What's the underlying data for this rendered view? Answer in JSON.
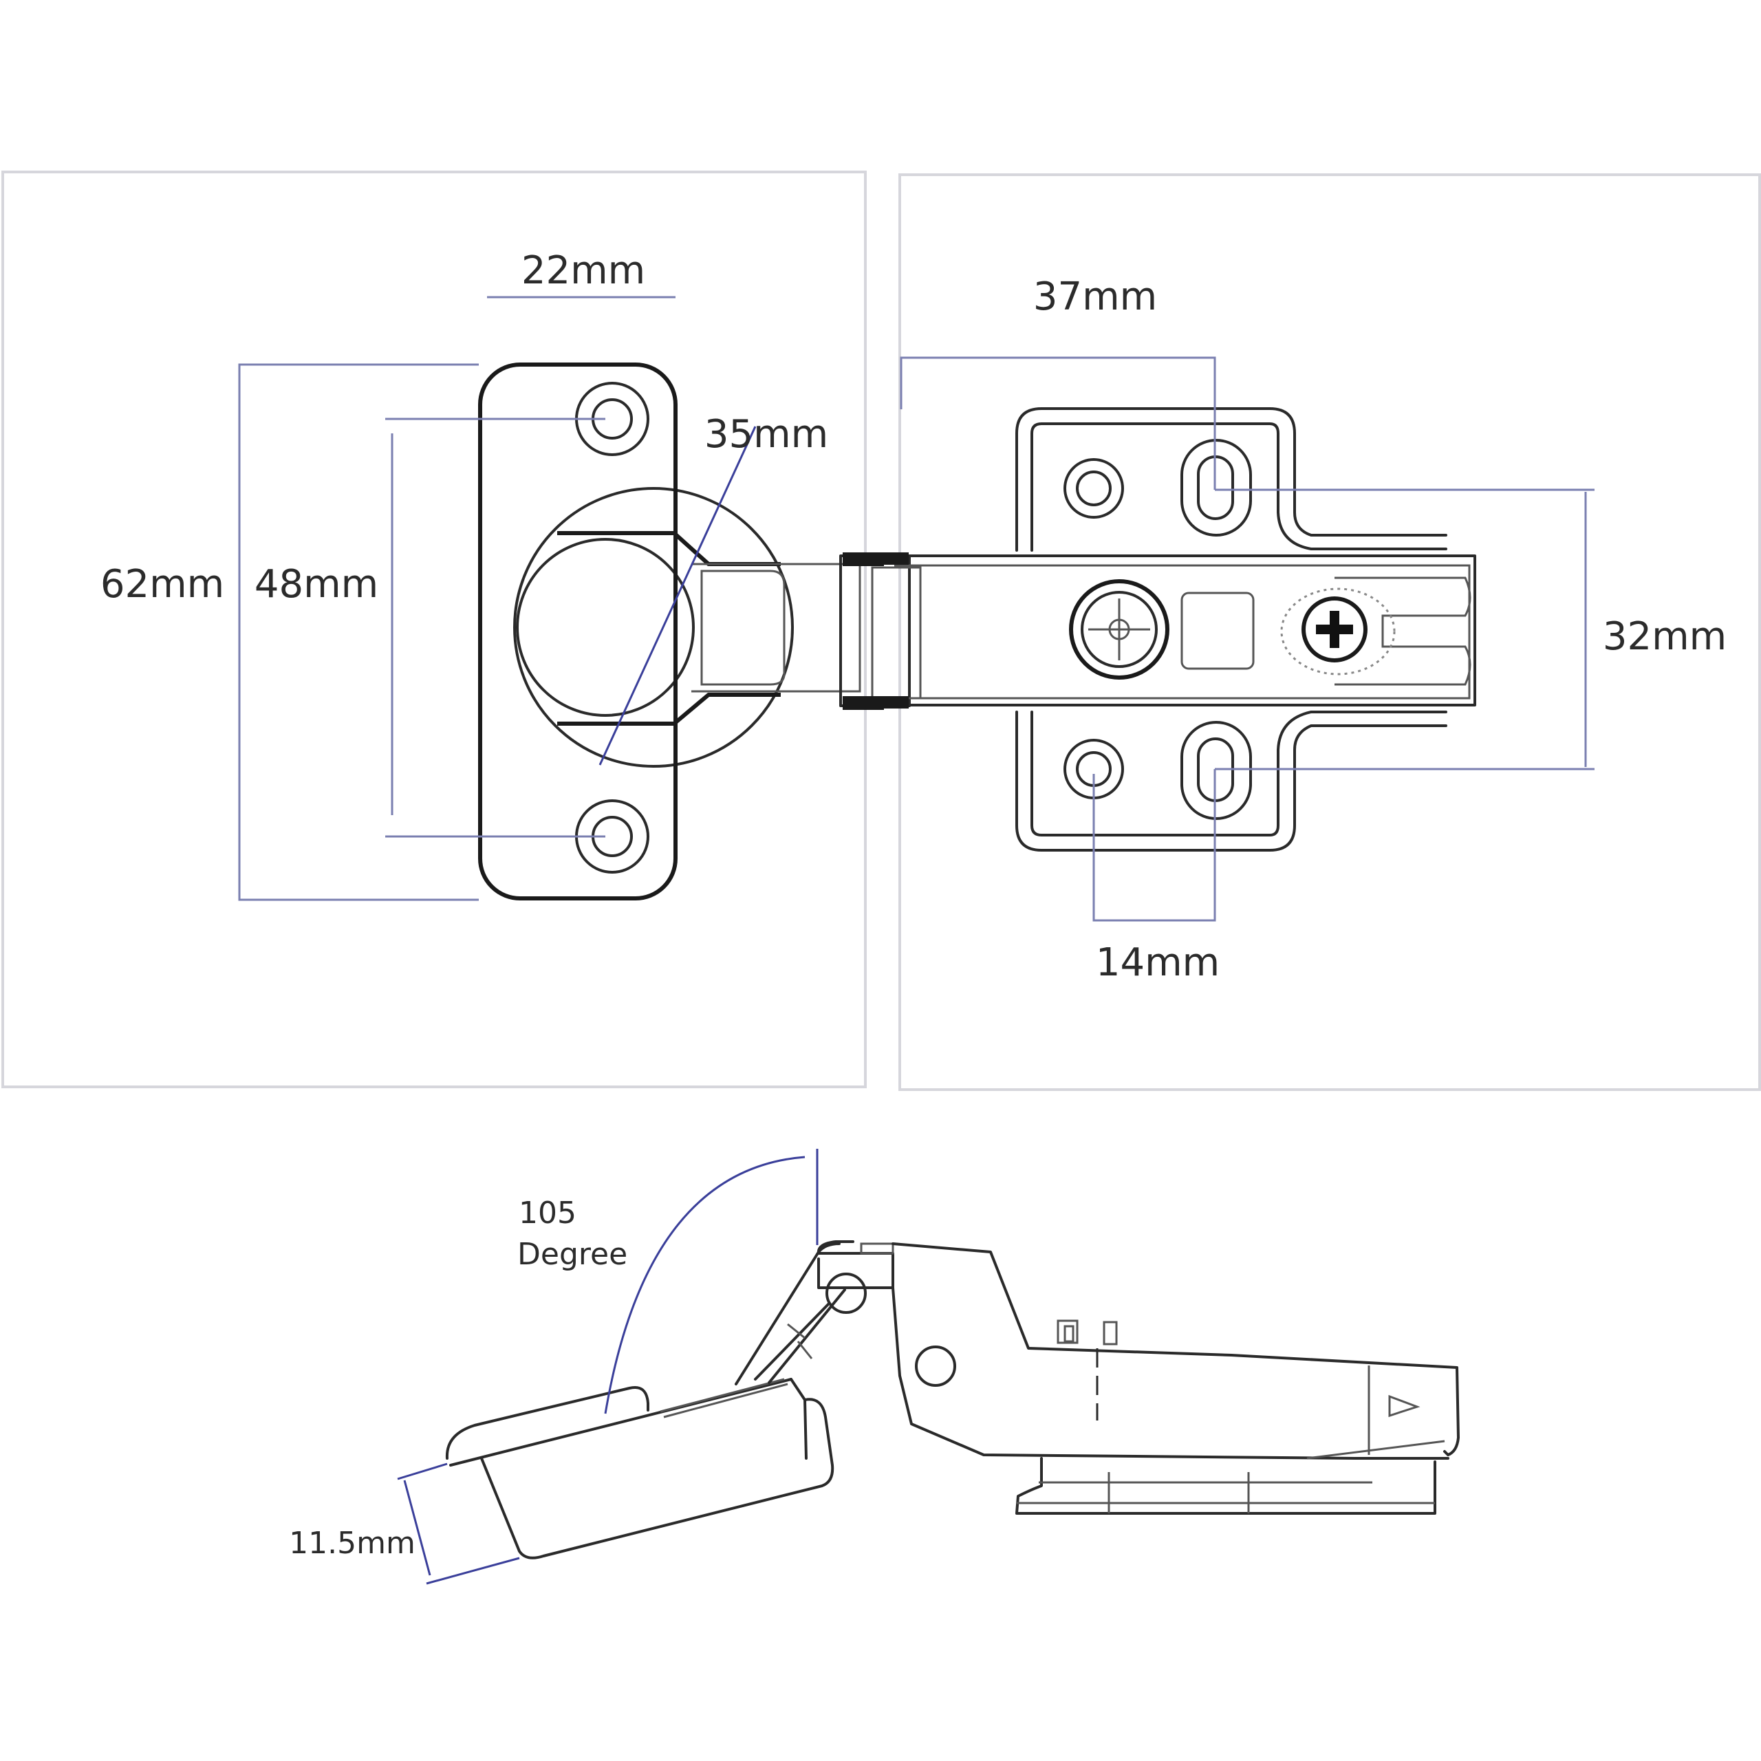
{
  "title": "Concealed cabinet hinge technical drawing",
  "colors": {
    "outline": "#2a2a2a",
    "dimension_line": "#7a7fb0",
    "panel_border": "#d6d6dc",
    "text": "#2b2b2b"
  },
  "front_view": {
    "dimensions": {
      "cup_plate_width": "22mm",
      "overall_height": "62mm",
      "hole_spacing": "48mm",
      "cup_diameter": "35mm"
    }
  },
  "mounting_plate_view": {
    "dimensions": {
      "arm_length": "37mm",
      "slot_spacing": "32mm",
      "hole_offset": "14mm"
    }
  },
  "side_view": {
    "opening_angle_value": "105",
    "opening_angle_unit": "Degree",
    "door_thickness": "11.5mm"
  }
}
